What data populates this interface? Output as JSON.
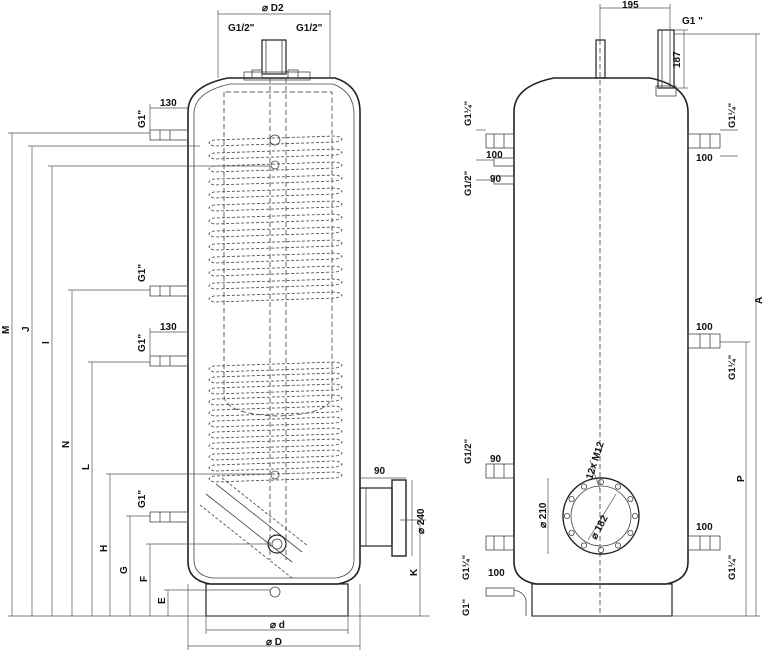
{
  "labels": {
    "D2": "⌀ D2",
    "G12_left": "G1/2\"",
    "G12_right": "G1/2\"",
    "G1_top": "G1\"",
    "G1_mid": "G1\"",
    "G1_lower": "G1\"",
    "G1_bottom": "G1\"",
    "n130_top": "130",
    "n130_mid": "130",
    "M": "M",
    "J": "J",
    "I": "I",
    "N": "N",
    "L": "L",
    "H": "H",
    "G": "G",
    "F": "F",
    "E": "E",
    "K": "K",
    "d": "⌀ d",
    "D": "⌀ D",
    "n90_flange": "90",
    "n240": "⌀ 240",
    "n195": "195",
    "G1_right_top": "G1 \"",
    "n187": "187",
    "G114_r1": "G1¼\"",
    "G114_r2": "G1¼\"",
    "G114_r3": "G1¼\"",
    "G114_r4": "G1¼\"",
    "G114_r5": "G1¼\"",
    "G12_r1": "G1/2\"",
    "G12_r2": "G1/2\"",
    "n100_a": "100",
    "n100_b": "100",
    "n90_a": "90",
    "n100_c": "100",
    "n90_b": "90",
    "n100_d": "100",
    "n100_e": "100",
    "n210": "⌀ 210",
    "n182": "⌀ 182",
    "M12": "12x M12",
    "A": "A",
    "P": "P",
    "G1_right_bottom": "G1\""
  }
}
